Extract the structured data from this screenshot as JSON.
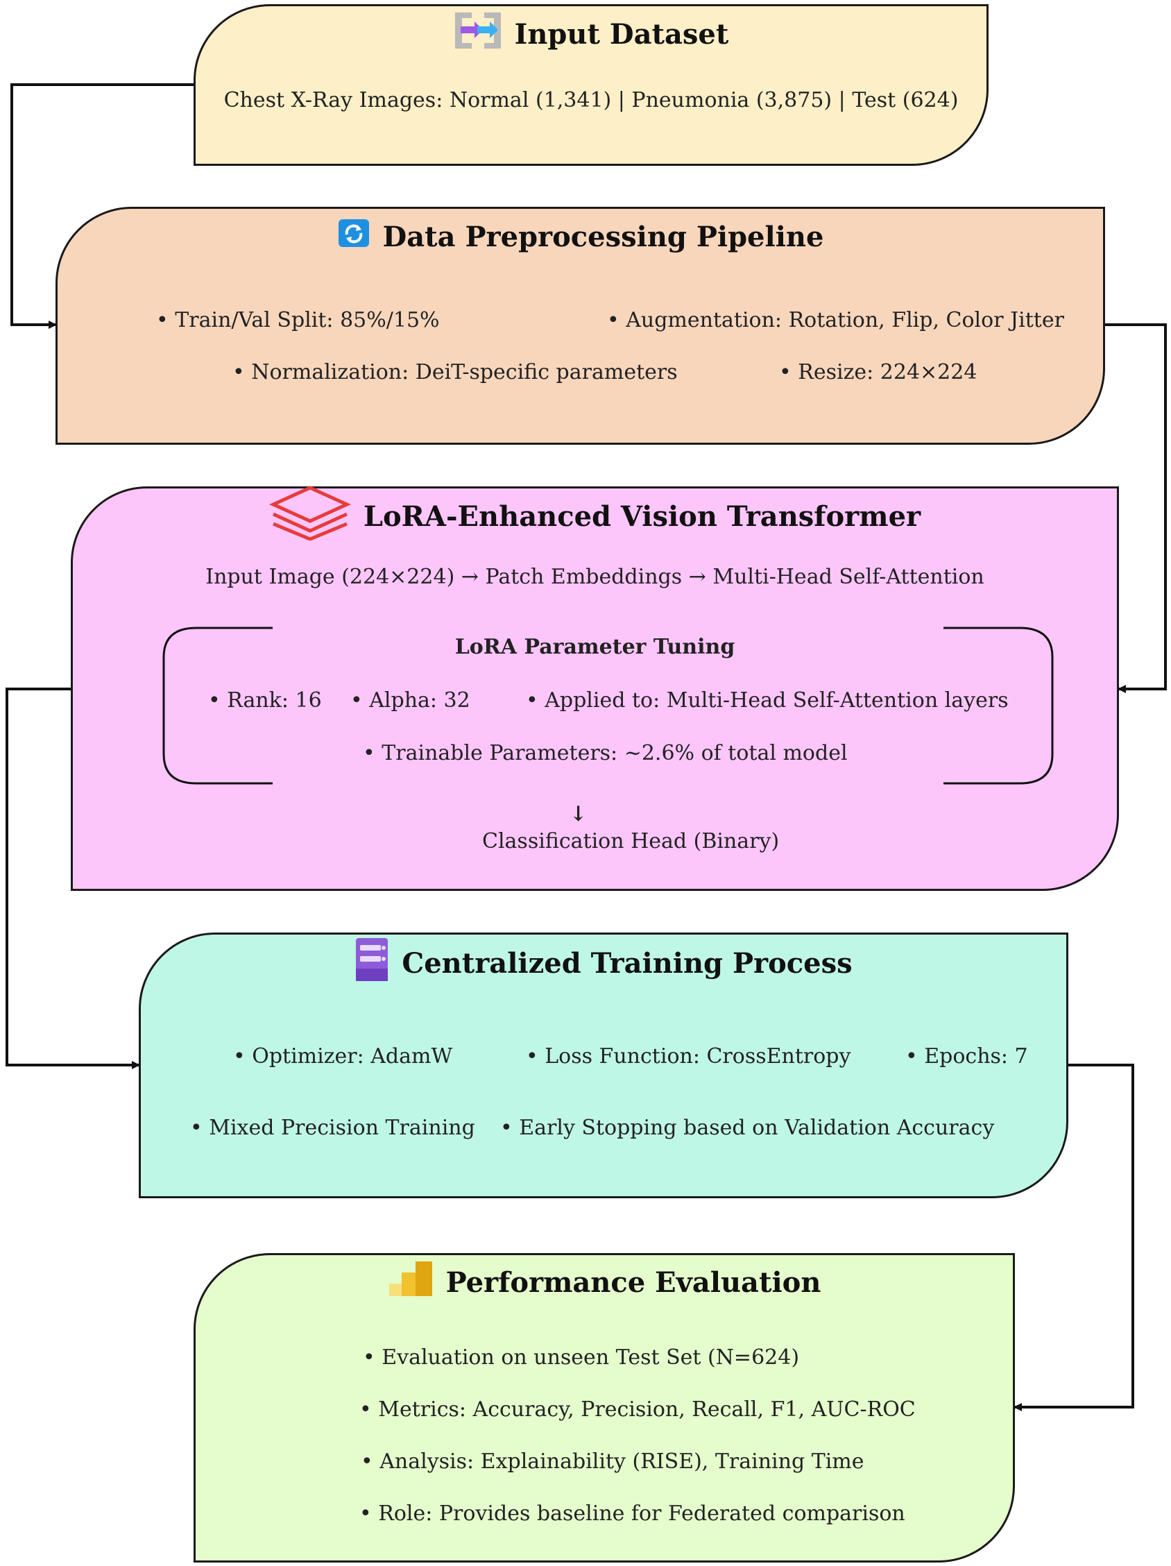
{
  "colors": {
    "input": "#fdefc7",
    "preprocessing": "#f8d6bc",
    "transformer": "#fdc6fb",
    "training": "#bff7e6",
    "evaluation": "#e5fccd",
    "transformer_icon": "#e63c3c",
    "training_icon": "#8e5cd9",
    "evaluation_icon": "#f2c12e",
    "preprocessing_icon": "#1e90e0"
  },
  "input": {
    "icon": "merge-arrows-icon",
    "title": "Input Dataset",
    "description": "Chest X-Ray Images: Normal (1,341) | Pneumonia (3,875) | Test (624)"
  },
  "preprocessing": {
    "icon": "refresh-icon",
    "title": "Data Preprocessing Pipeline",
    "bullets": [
      "• Train/Val Split: 85%/15%",
      "• Augmentation: Rotation, Flip, Color Jitter",
      "• Normalization: DeiT-specific parameters",
      "• Resize: 224×224"
    ]
  },
  "transformer": {
    "icon": "layers-icon",
    "title": "LoRA-Enhanced Vision Transformer",
    "flow": "Input Image (224×224) → Patch Embeddings → Multi-Head Self-Attention",
    "lora": {
      "title": "LoRA Parameter Tuning",
      "rank": "• Rank: 16",
      "alpha": "• Alpha: 32",
      "applied": "• Applied to: Multi-Head Self-Attention layers",
      "trainable": "• Trainable Parameters: ~2.6% of total model"
    },
    "down_arrow": "↓",
    "head": "Classification Head (Binary)"
  },
  "training": {
    "icon": "server-icon",
    "title": "Centralized Training Process",
    "bullets": [
      "• Optimizer: AdamW",
      "• Loss Function: CrossEntropy",
      "• Epochs: 7",
      "• Mixed Precision Training",
      "• Early Stopping based on Validation Accuracy"
    ]
  },
  "evaluation": {
    "icon": "bar-chart-icon",
    "title": "Performance Evaluation",
    "bullets": [
      "• Evaluation on unseen Test Set (N=624)",
      "• Metrics: Accuracy, Precision, Recall, F1, AUC-ROC",
      "• Analysis: Explainability (RISE), Training Time",
      "• Role: Provides baseline for Federated comparison"
    ]
  }
}
